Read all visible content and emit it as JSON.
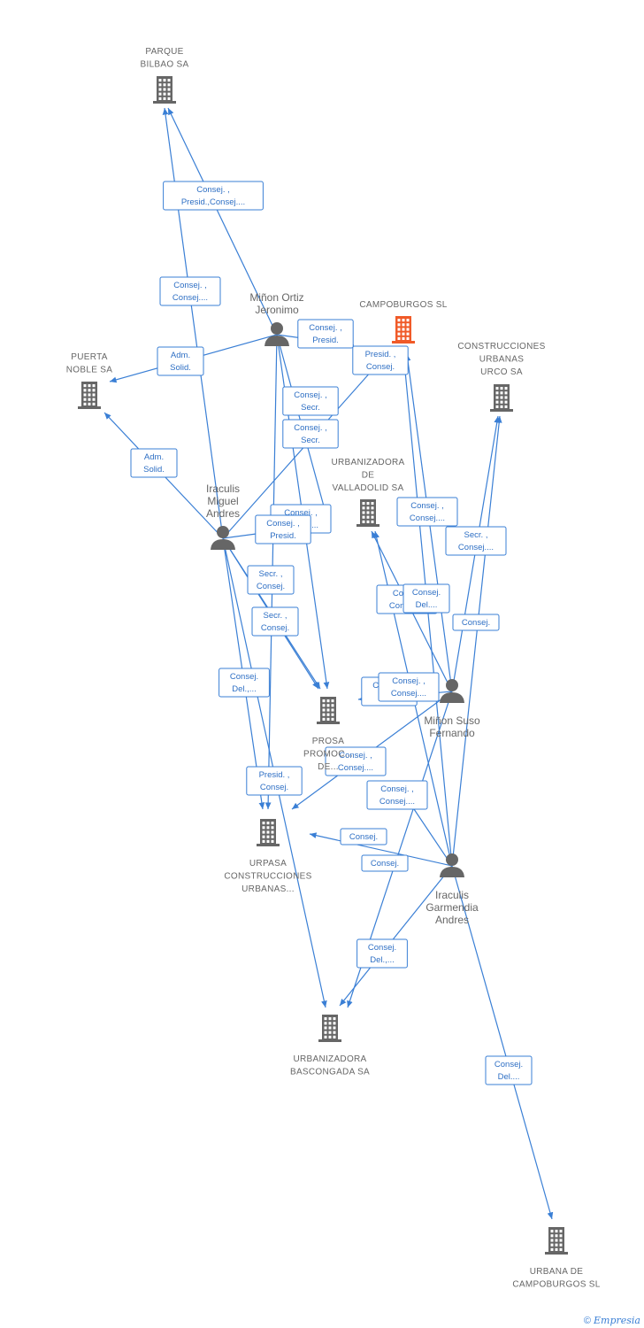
{
  "colors": {
    "edge": "#3a7fd5",
    "company": "#666666",
    "highlight": "#f05a28",
    "person": "#666666"
  },
  "nodes": [
    {
      "id": "parque",
      "type": "company",
      "lines": [
        "PARQUE",
        "BILBAO SA"
      ]
    },
    {
      "id": "puerta",
      "type": "company",
      "lines": [
        "PUERTA",
        "NOBLE SA"
      ]
    },
    {
      "id": "campoburgos",
      "type": "company",
      "highlight": true,
      "lines": [
        "CAMPOBURGOS SL"
      ]
    },
    {
      "id": "urco",
      "type": "company",
      "lines": [
        "CONSTRUCCIONES",
        "URBANAS",
        "URCO SA"
      ]
    },
    {
      "id": "valladolid",
      "type": "company",
      "lines": [
        "URBANIZADORA",
        "DE",
        "VALLADOLID SA"
      ]
    },
    {
      "id": "prosa",
      "type": "company",
      "lines": [
        "PROSA",
        "PROMOC...",
        "DE..."
      ]
    },
    {
      "id": "urpasa",
      "type": "company",
      "lines": [
        "URPASA",
        "CONSTRUCCIONES",
        "URBANAS..."
      ]
    },
    {
      "id": "bascongada",
      "type": "company",
      "lines": [
        "URBANIZADORA",
        "BASCONGADA SA"
      ]
    },
    {
      "id": "urbana",
      "type": "company",
      "lines": [
        "URBANA DE",
        "CAMPOBURGOS SL"
      ]
    },
    {
      "id": "minon_ortiz",
      "type": "person",
      "lines": [
        "Miñon Ortiz",
        "Jeronimo"
      ]
    },
    {
      "id": "iraculis_miguel",
      "type": "person",
      "lines": [
        "Iraculis",
        "Miguel",
        "Andres"
      ]
    },
    {
      "id": "minon_suso",
      "type": "person",
      "lines": [
        "Miñon Suso",
        "Fernando"
      ]
    },
    {
      "id": "iraculis_garmendia",
      "type": "person",
      "lines": [
        "Iraculis",
        "Garmendia",
        "Andres"
      ]
    }
  ],
  "edges": [
    {
      "from": "minon_ortiz",
      "to": "parque",
      "label": [
        "Consej. ,",
        "Presid.,Consej...."
      ]
    },
    {
      "from": "iraculis_miguel",
      "to": "parque",
      "label": [
        "Consej. ,",
        "Consej...."
      ]
    },
    {
      "from": "minon_ortiz",
      "to": "puerta",
      "label": [
        "Adm.",
        "Solid."
      ]
    },
    {
      "from": "iraculis_miguel",
      "to": "puerta",
      "label": [
        "Adm.",
        "Solid."
      ]
    },
    {
      "from": "minon_ortiz",
      "to": "campoburgos",
      "label": [
        "Consej. ,",
        "Presid."
      ]
    },
    {
      "from": "iraculis_miguel",
      "to": "campoburgos",
      "label": [
        "Presid. ,",
        "Consej."
      ]
    },
    {
      "from": "minon_ortiz",
      "to": "prosa",
      "label": [
        "Consej. ,",
        "Secr."
      ]
    },
    {
      "from": "minon_ortiz",
      "to": "urpasa",
      "label": [
        "Consej. ,",
        "Secr."
      ]
    },
    {
      "from": "minon_ortiz",
      "to": "valladolid",
      "label": [
        "Consej. ,",
        "Consej...."
      ]
    },
    {
      "from": "iraculis_miguel",
      "to": "valladolid",
      "label": [
        "Consej. ,",
        "Presid."
      ]
    },
    {
      "from": "iraculis_miguel",
      "to": "prosa",
      "label": [
        "Secr. ,",
        "Consej."
      ]
    },
    {
      "from": "iraculis_miguel",
      "to": "prosa",
      "label": [
        "Secr. ,",
        "Consej."
      ]
    },
    {
      "from": "iraculis_miguel",
      "to": "urpasa",
      "label": [
        "Consej.",
        "Del.,..."
      ]
    },
    {
      "from": "iraculis_miguel",
      "to": "bascongada",
      "label": [
        "Presid. ,",
        "Consej."
      ]
    },
    {
      "from": "minon_suso",
      "to": "campoburgos",
      "label": [
        "Consej. ,",
        "Consej...."
      ]
    },
    {
      "from": "minon_suso",
      "to": "urco",
      "label": [
        "Secr. ,",
        "Consej...."
      ]
    },
    {
      "from": "minon_suso",
      "to": "valladolid",
      "label": [
        "Consej.",
        "Consej...."
      ]
    },
    {
      "from": "minon_suso",
      "to": "prosa",
      "label": [
        "Consej. ,",
        "Del...."
      ]
    },
    {
      "from": "minon_suso",
      "to": "urpasa",
      "label": [
        "Consej. ,",
        "Consej...."
      ]
    },
    {
      "from": "minon_suso",
      "to": "bascongada",
      "label": [
        "Consej."
      ]
    },
    {
      "from": "iraculis_garmendia",
      "to": "urco",
      "label": [
        "Consej."
      ]
    },
    {
      "from": "iraculis_garmendia",
      "to": "valladolid",
      "label": [
        "Consej.",
        "Del...."
      ]
    },
    {
      "from": "iraculis_garmendia",
      "to": "campoburgos",
      "label": [
        "Consej. ,",
        "Consej...."
      ]
    },
    {
      "from": "iraculis_garmendia",
      "to": "urpasa",
      "label": [
        "Consej."
      ]
    },
    {
      "from": "iraculis_garmendia",
      "to": "prosa",
      "label": [
        "Consej. ,",
        "Consej...."
      ]
    },
    {
      "from": "iraculis_garmendia",
      "to": "bascongada",
      "label": [
        "Consej.",
        "Del.,..."
      ]
    },
    {
      "from": "iraculis_garmendia",
      "to": "urbana",
      "label": [
        "Consej.",
        "Del...."
      ]
    }
  ],
  "footer": {
    "copyright": "©",
    "brand": "Empresia"
  }
}
